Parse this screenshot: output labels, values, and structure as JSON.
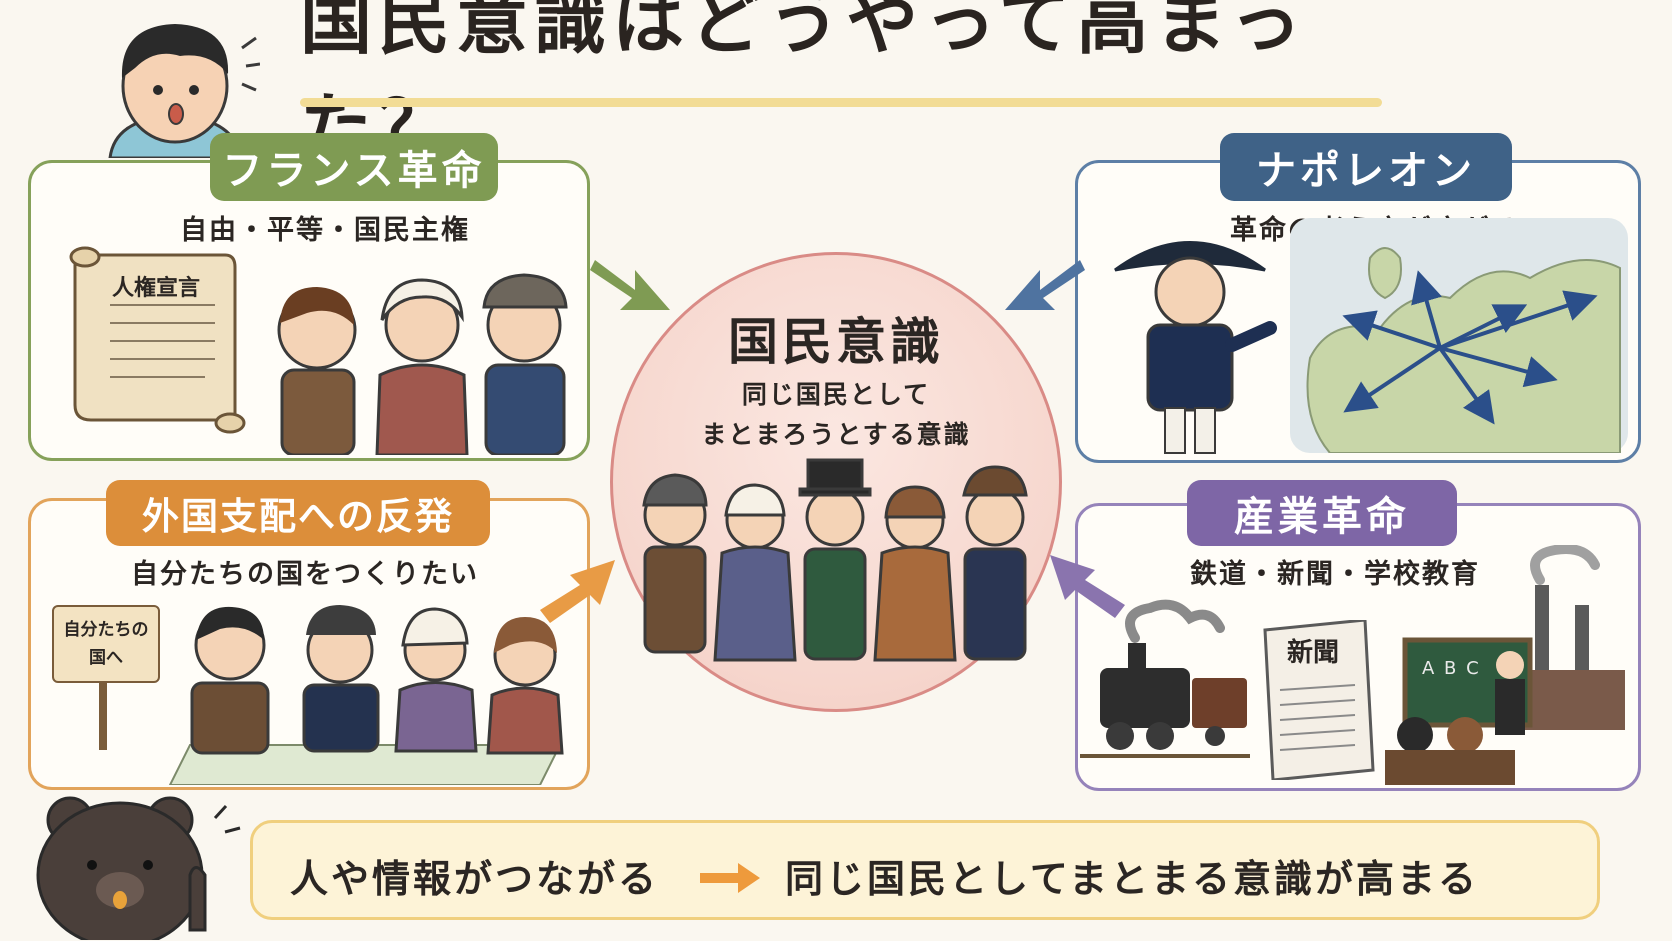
{
  "title": "国民意識はどうやって高まった？",
  "center": {
    "title": "国民意識",
    "line1": "同じ国民として",
    "line2": "まとまろうとする意識"
  },
  "panels": {
    "french_revolution": {
      "tag": "フランス革命",
      "subtitle": "自由・平等・国民主権",
      "scroll_label": "人権宣言"
    },
    "napoleon": {
      "tag": "ナポレオン",
      "subtitle": "革命の考え方が広がる"
    },
    "foreign_rule": {
      "tag": "外国支配への反発",
      "subtitle": "自分たちの国をつくりたい",
      "sign_line1": "自分たちの",
      "sign_line2": "国へ"
    },
    "industrial_revolution": {
      "tag": "産業革命",
      "subtitle": "鉄道・新聞・学校教育",
      "newspaper_label": "新聞",
      "blackboard_text": "A B C"
    }
  },
  "banner": {
    "left": "人や情報がつながる",
    "right": "同じ国民としてまとまる意識が高まる"
  },
  "colors": {
    "french": "#7f9b53",
    "napoleon": "#3f6287",
    "foreign": "#dc8e3a",
    "industrial": "#7e66a6",
    "center": "#f6d6cd"
  }
}
